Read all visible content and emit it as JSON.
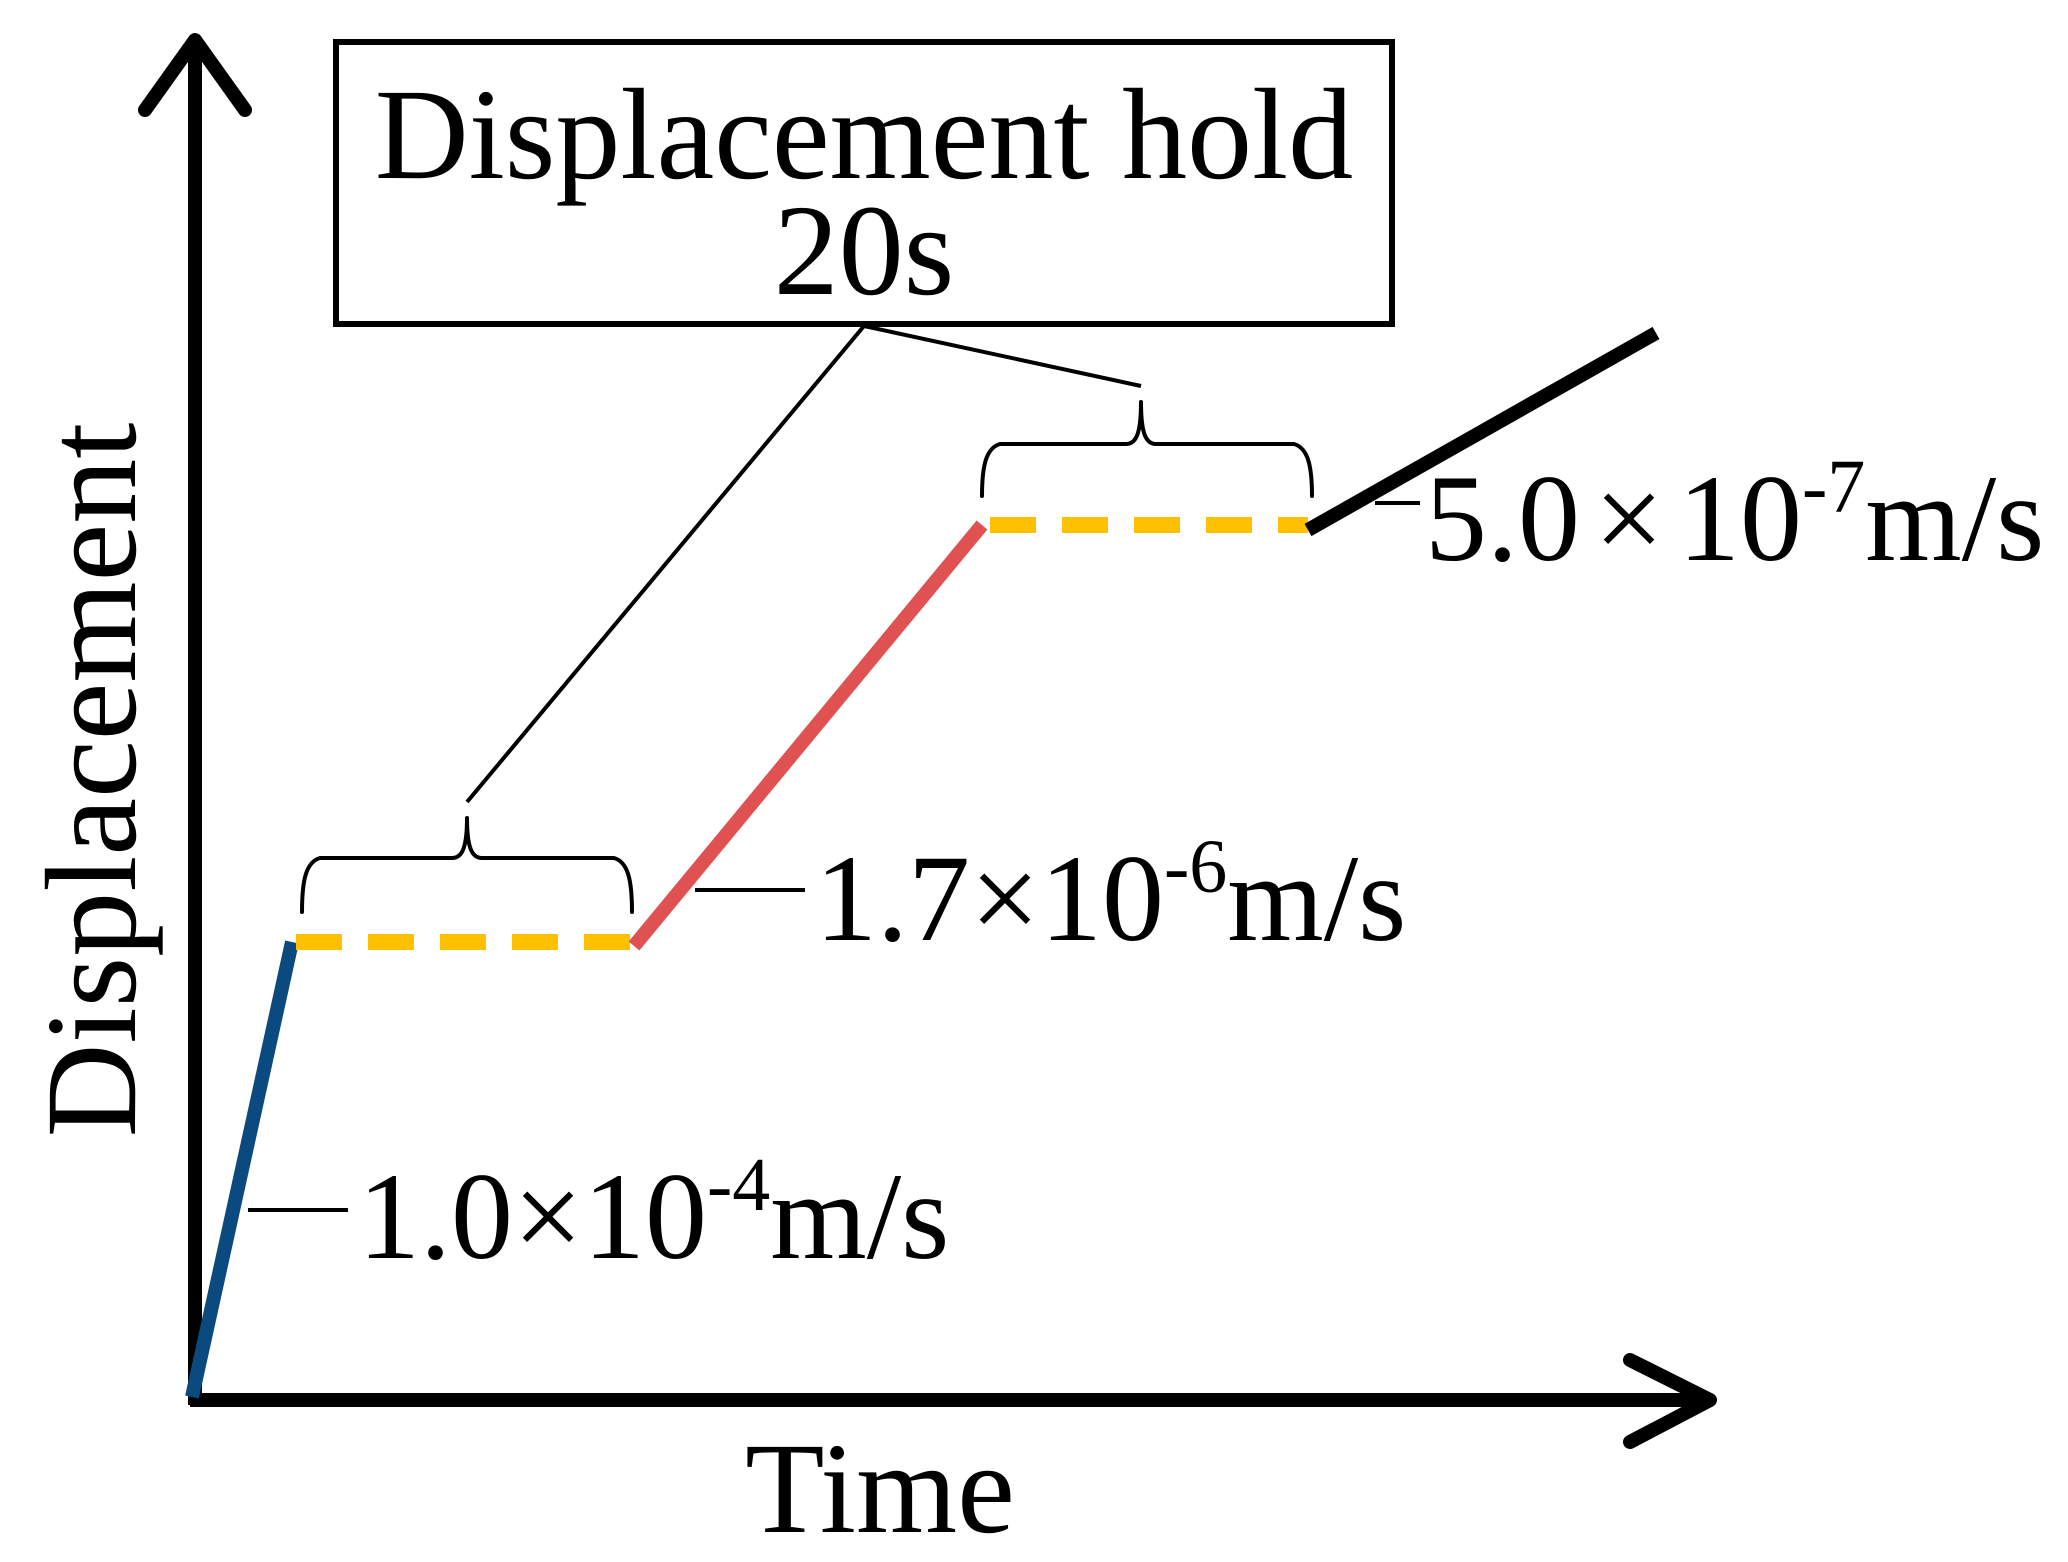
{
  "axes": {
    "x_label": "Time",
    "y_label": "Displacement"
  },
  "callout": {
    "line1": "Displacement hold",
    "line2": "20s"
  },
  "rates": [
    {
      "mantissa": "1.0",
      "times": "×",
      "base": "10",
      "exponent": "-4",
      "unit": "m/s"
    },
    {
      "mantissa": "1.7",
      "times": "×",
      "base": "10",
      "exponent": "-6",
      "unit": "m/s"
    },
    {
      "mantissa": "5.0",
      "times": "×",
      "base": "10",
      "exponent": "-7",
      "unit": "m/s"
    }
  ],
  "colors": {
    "axis": "#000000",
    "ramp_fast": "#0a4a7e",
    "ramp_medium": "#e05252",
    "ramp_slow": "#000000",
    "hold": "#ffc000"
  }
}
